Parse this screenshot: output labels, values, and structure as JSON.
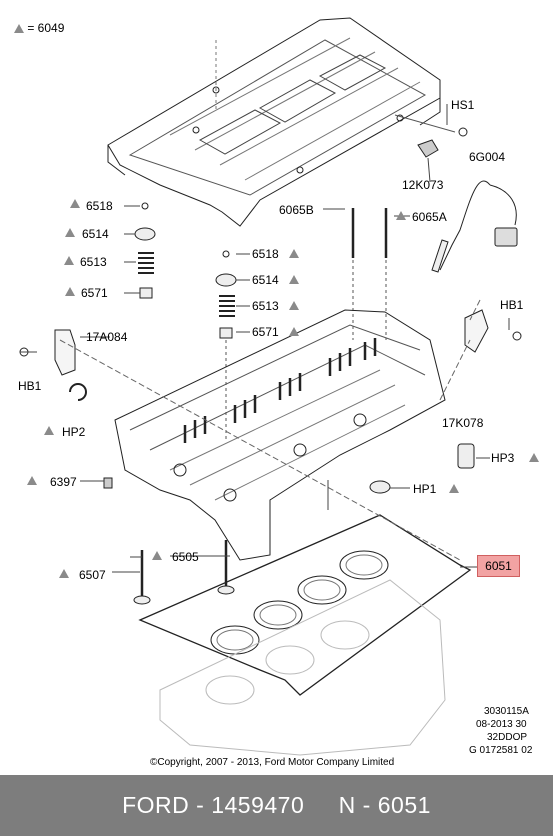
{
  "legend": {
    "symbol": "triangle-icon",
    "code": "= 6049"
  },
  "labels": {
    "hs1": "HS1",
    "k12073": "12K073",
    "g6004": "6G004",
    "b6065": "6065B",
    "a6065": "6065A",
    "hb1_right": "HB1",
    "k17078": "17K078",
    "hp3": "HP3",
    "hp1": "HP1",
    "l6518_left": "6518",
    "l6514_left": "6514",
    "l6513_left": "6513",
    "l6571_left": "6571",
    "l6518_mid": "6518",
    "l6514_mid": "6514",
    "l6513_mid": "6513",
    "l6571_mid": "6571",
    "a17084": "17A084",
    "hb1_left": "HB1",
    "hp2": "HP2",
    "l6397": "6397",
    "l6505": "6505",
    "l6507": "6507",
    "highlight": "6051"
  },
  "highlight_color": "#f2a3a3",
  "reference": [
    "3030115A",
    "08-2013 30",
    "32DDOP",
    "G 0172581 02"
  ],
  "copyright": "©Copyright, 2007 - 2013, Ford Motor Company Limited",
  "footer": {
    "text": "FORD - 1459470     N - 6051"
  }
}
